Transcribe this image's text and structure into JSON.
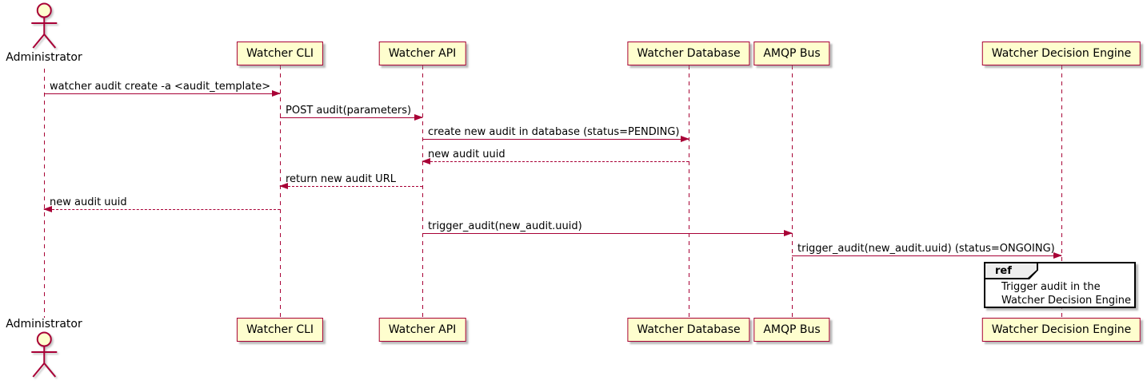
{
  "diagram": {
    "type": "sequence",
    "actor": {
      "name": "Administrator"
    },
    "participants": [
      {
        "label": "Watcher CLI"
      },
      {
        "label": "Watcher API"
      },
      {
        "label": "Watcher Database"
      },
      {
        "label": "AMQP Bus"
      },
      {
        "label": "Watcher Decision Engine"
      }
    ],
    "messages": [
      {
        "from": "Administrator",
        "to": "Watcher CLI",
        "text": "watcher audit create -a <audit_template>",
        "line": "solid"
      },
      {
        "from": "Watcher CLI",
        "to": "Watcher API",
        "text": "POST audit(parameters)",
        "line": "solid"
      },
      {
        "from": "Watcher API",
        "to": "Watcher Database",
        "text": "create new audit in database (status=PENDING)",
        "line": "solid"
      },
      {
        "from": "Watcher Database",
        "to": "Watcher API",
        "text": "new audit uuid",
        "line": "dashed"
      },
      {
        "from": "Watcher API",
        "to": "Watcher CLI",
        "text": "return new audit URL",
        "line": "dashed"
      },
      {
        "from": "Watcher CLI",
        "to": "Administrator",
        "text": "new audit uuid",
        "line": "dashed"
      },
      {
        "from": "Watcher API",
        "to": "AMQP Bus",
        "text": "trigger_audit(new_audit.uuid)",
        "line": "solid"
      },
      {
        "from": "AMQP Bus",
        "to": "Watcher Decision Engine",
        "text": "trigger_audit(new_audit.uuid) (status=ONGOING)",
        "line": "solid"
      }
    ],
    "ref": {
      "keyword": "ref",
      "lines": [
        "Trigger audit in the",
        "Watcher Decision Engine"
      ]
    },
    "colors": {
      "participant_fill": "#FEFECE",
      "accent": "#A80036",
      "text": "#000000",
      "ref_header_fill": "#EEEEEE",
      "ref_border": "#000000"
    }
  }
}
